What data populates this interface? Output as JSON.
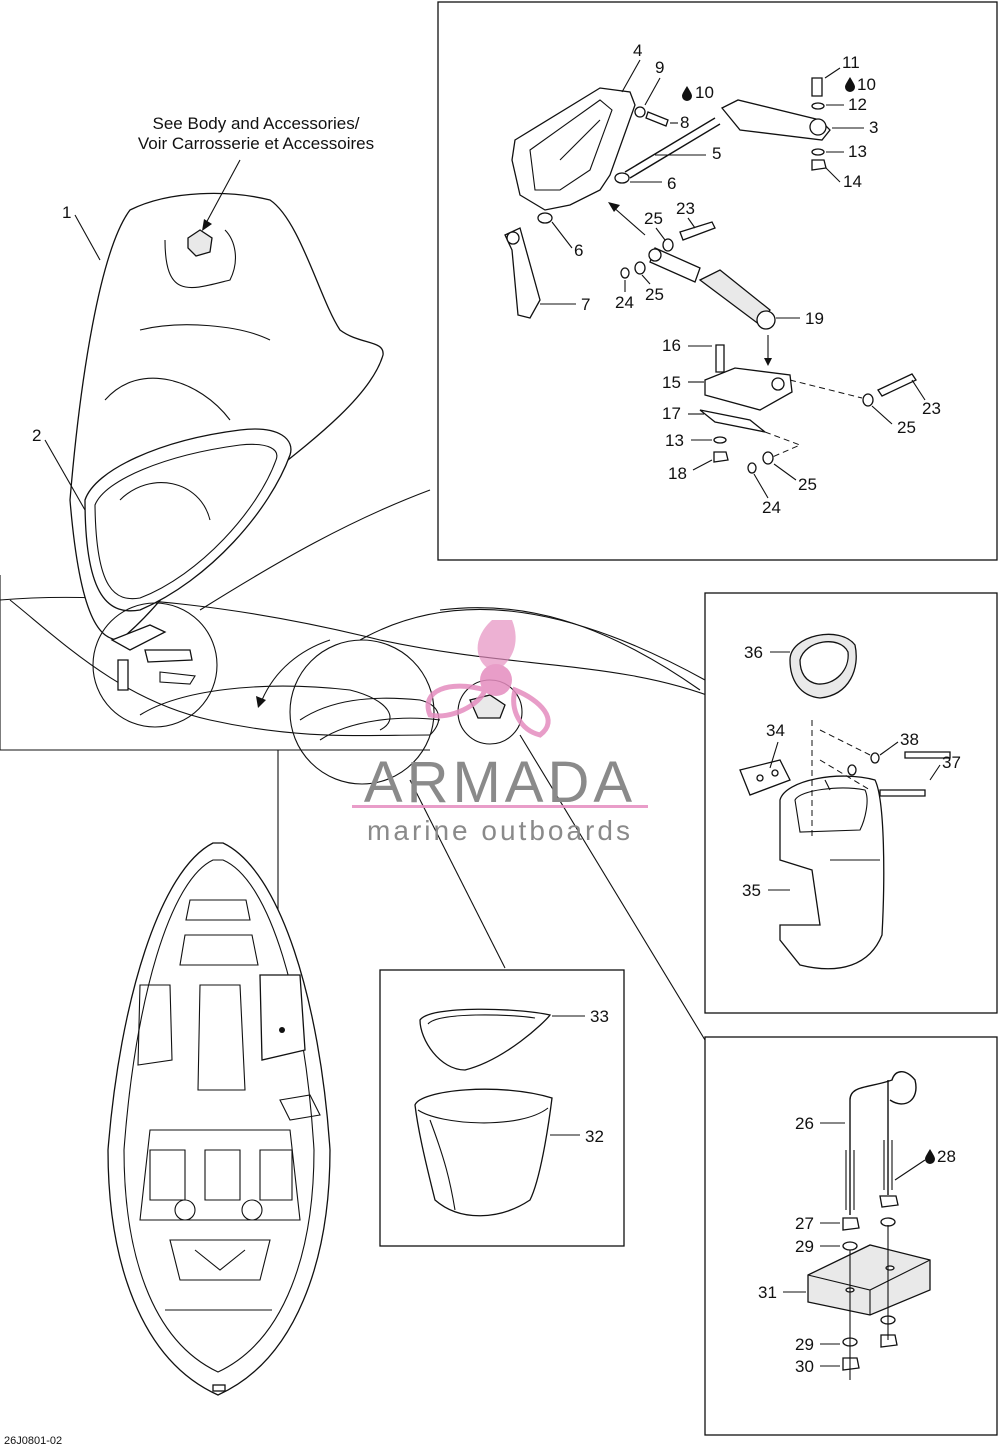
{
  "callout": {
    "line1": "See Body and Accessories/",
    "line2": "Voir Carrosserie et Accessoires"
  },
  "watermark": {
    "brand": "ARMADA",
    "tagline": "marine outboards",
    "brand_color": "#e58cbf",
    "text_color": "#8a8a8a"
  },
  "diagram_code": "26J0801-02",
  "drop_icon": "oil-drop-icon",
  "labels": {
    "l1": "1",
    "l2": "2",
    "l3": "3",
    "l4": "4",
    "l5": "5",
    "l6a": "6",
    "l6b": "6",
    "l7": "7",
    "l8": "8",
    "l9": "9",
    "l10a": "10",
    "l10b": "10",
    "l11": "11",
    "l12": "12",
    "l13a": "13",
    "l13b": "13",
    "l14": "14",
    "l15": "15",
    "l16": "16",
    "l17": "17",
    "l18": "18",
    "l19": "19",
    "l23a": "23",
    "l23b": "23",
    "l24a": "24",
    "l24b": "24",
    "l25a": "25",
    "l25b": "25",
    "l25c": "25",
    "l25d": "25",
    "l26": "26",
    "l27": "27",
    "l28": "28",
    "l29a": "29",
    "l29b": "29",
    "l30": "30",
    "l31": "31",
    "l32": "32",
    "l33": "33",
    "l34": "34",
    "l35": "35",
    "l36": "36",
    "l37": "37",
    "l38": "38"
  }
}
